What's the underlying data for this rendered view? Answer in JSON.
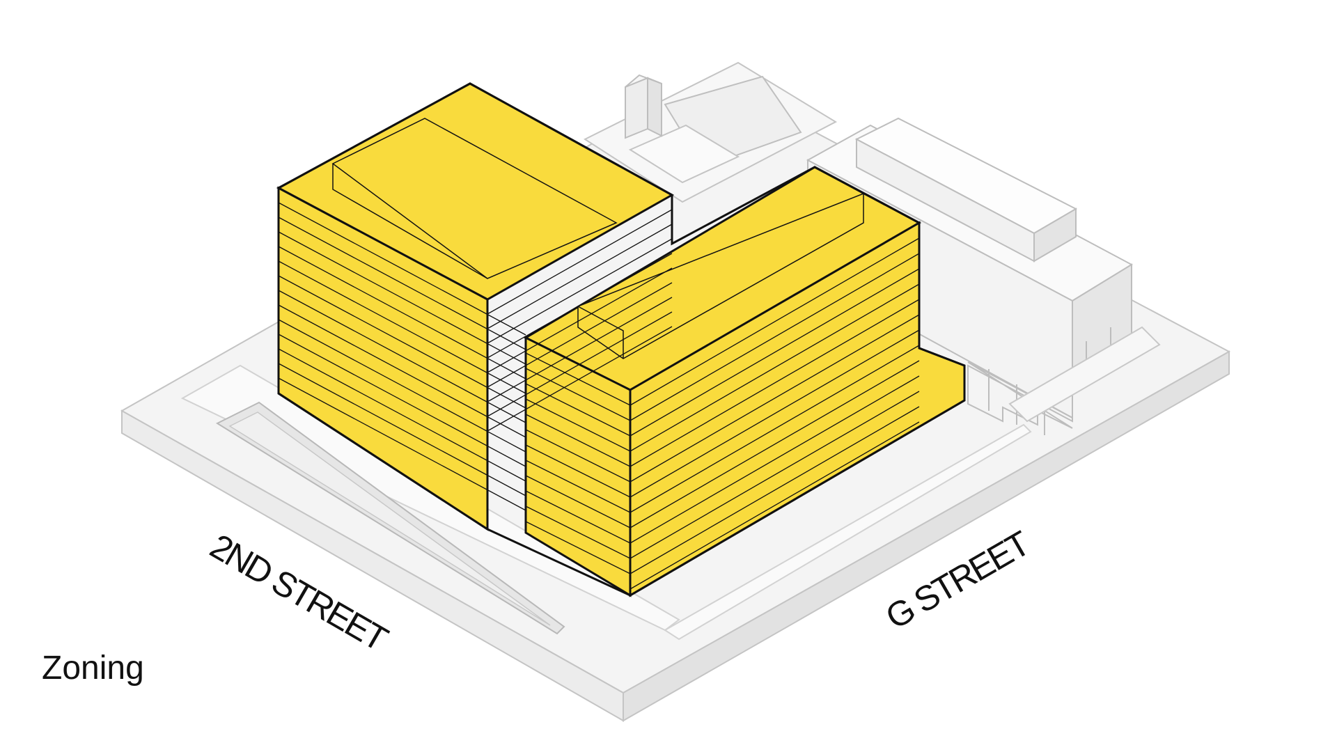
{
  "caption": "Zoning",
  "streets": {
    "left": "2ND STREET",
    "right": "G STREET"
  },
  "colors": {
    "massing_fill": "#F9DB3D",
    "massing_stroke": "#111111",
    "context_fill": "#F2F2F2",
    "context_stroke": "#C4C4C4",
    "background": "#FFFFFF"
  }
}
